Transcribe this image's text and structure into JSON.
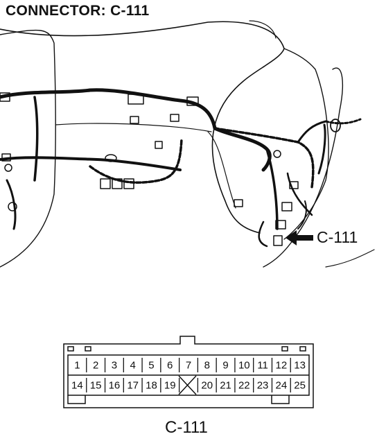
{
  "title": "CONNECTOR: C-111",
  "callout_label": "C-111",
  "connector": {
    "caption": "C-111",
    "row1_pins": [
      "1",
      "2",
      "3",
      "4",
      "5",
      "6",
      "7",
      "8",
      "9",
      "10",
      "11",
      "12",
      "13"
    ],
    "row2_pins": [
      "14",
      "15",
      "16",
      "17",
      "18",
      "19",
      "",
      "20",
      "21",
      "22",
      "23",
      "24",
      "25"
    ]
  }
}
